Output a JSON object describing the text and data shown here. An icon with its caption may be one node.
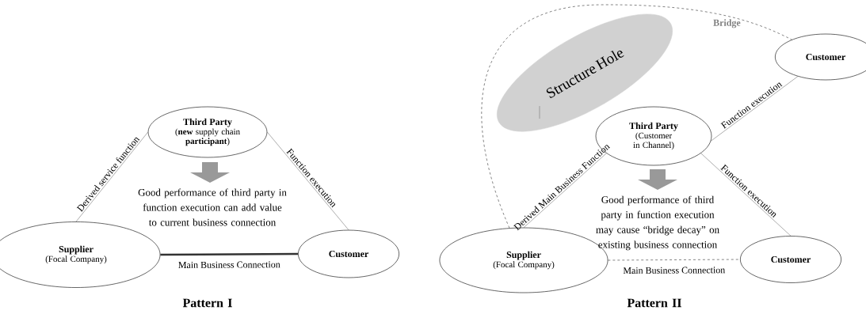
{
  "diagram": {
    "nodes": [
      {
        "text": [
          "Third Party",
          "(**new** supply chain **participant**)"
        ]
      },
      {
        "text": [
          "Supplier",
          "(Focal Company)"
        ]
      },
      {
        "text": [
          "Customer"
        ]
      },
      {
        "text": [
          "Structure Hole"
        ]
      },
      {
        "text": [
          "Customer"
        ]
      },
      {
        "text": [
          "Third Party",
          "(Customer in Channel)"
        ]
      },
      {
        "text": [
          "Supplier",
          "(Focal Company)"
        ]
      },
      {
        "text": [
          "Customer"
        ]
      }
    ],
    "edges": [
      {
        "from": 1,
        "to": 0,
        "arrow": "none",
        "label": "Derived service function"
      },
      {
        "from": 0,
        "to": 2,
        "arrow": "none",
        "label": "Function execution"
      },
      {
        "from": 1,
        "to": 2,
        "arrow": "none",
        "label": "Main Business Connection",
        "style": "thick"
      },
      {
        "from": 6,
        "to": 4,
        "arrow": "none",
        "label": "Bridge",
        "style": "dashed"
      },
      {
        "from": 6,
        "to": 5,
        "arrow": "none",
        "label": "Derived Main Business Function"
      },
      {
        "from": 5,
        "to": 4,
        "arrow": "none",
        "label": "Function execution"
      },
      {
        "from": 5,
        "to": 7,
        "arrow": "none",
        "label": "Function execution"
      },
      {
        "from": 6,
        "to": 7,
        "arrow": "none",
        "label": "Main Business Connection",
        "style": "dashed"
      }
    ],
    "labels": [
      "Good performance of third party in function execution can add value to current business connection",
      "Pattern I",
      "Good performance of third party in function execution may cause “bridge decay”  on existing business connection",
      "Pattern II"
    ]
  }
}
